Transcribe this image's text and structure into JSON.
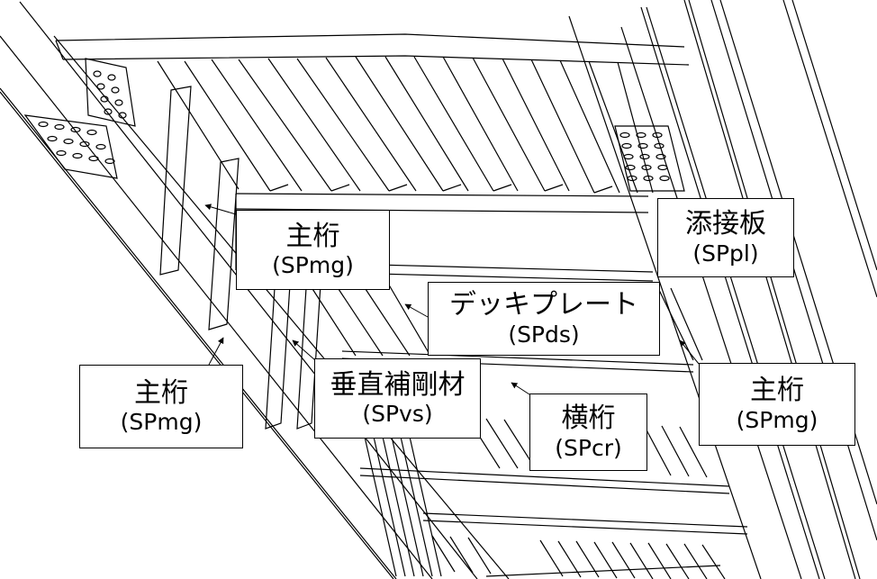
{
  "labels": {
    "main_girder_left": {
      "name": "主桁",
      "code": "(SPmg)"
    },
    "main_girder_center": {
      "name": "主桁",
      "code": "(SPmg)"
    },
    "main_girder_right": {
      "name": "主桁",
      "code": "(SPmg)"
    },
    "splice_plate": {
      "name": "添接板",
      "code": "(SPpl)"
    },
    "deck_plate": {
      "name": "デッキプレート",
      "code": "(SPds)"
    },
    "vertical_stiffener": {
      "name": "垂直補剛材",
      "code": "(SPvs)"
    },
    "cross_beam": {
      "name": "横桁",
      "code": "(SPcr)"
    }
  }
}
